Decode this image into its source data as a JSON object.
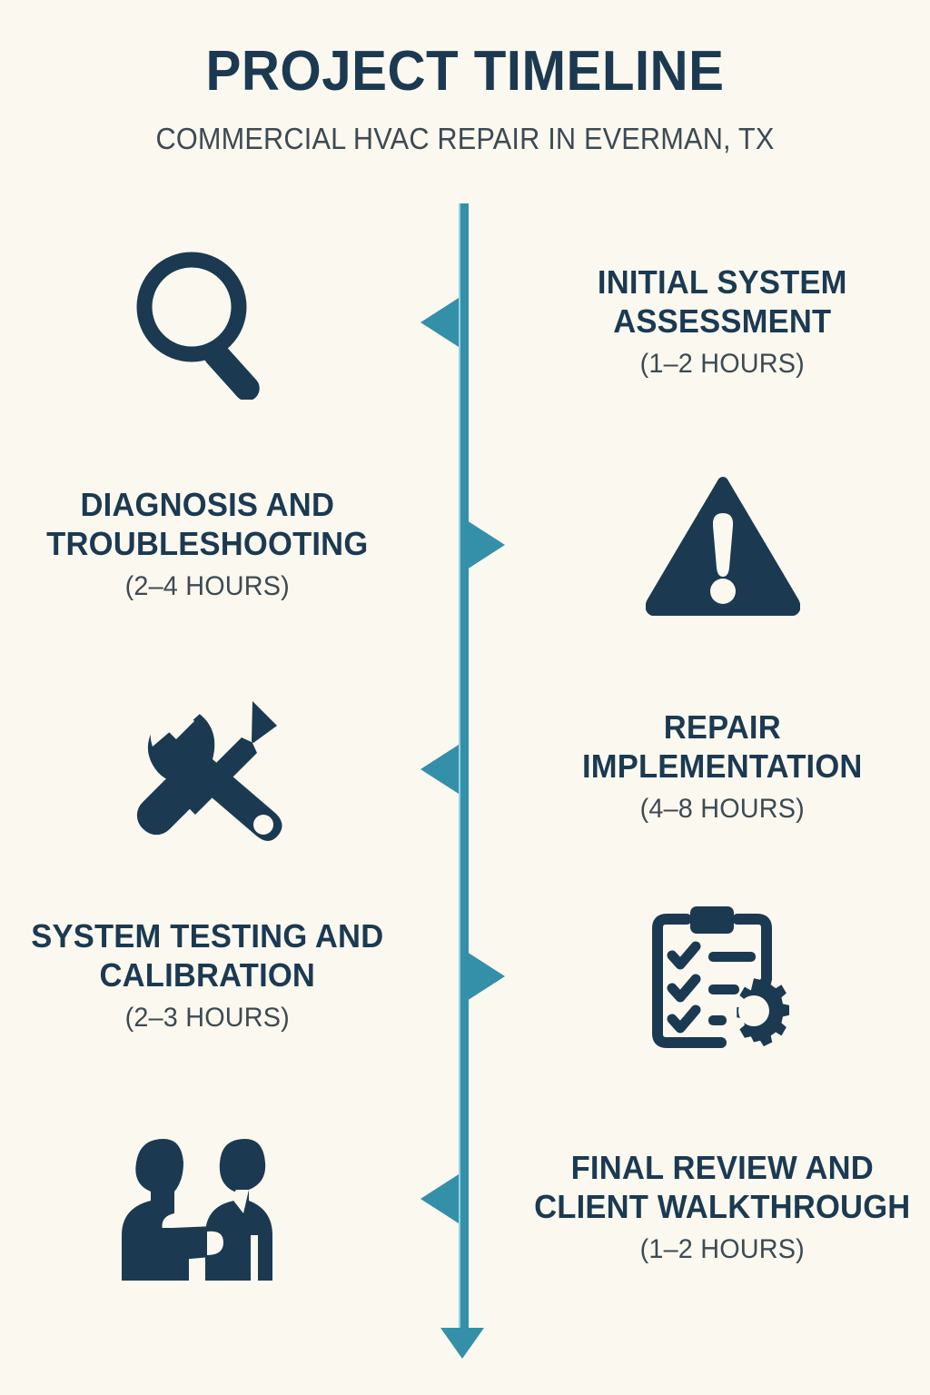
{
  "header": {
    "title": "PROJECT TIMELINE",
    "subtitle": "COMMERCIAL HVAC REPAIR IN EVERMAN, TX"
  },
  "colors": {
    "background": "#fbf8ef",
    "navy": "#1b3a52",
    "muted_text": "#3d4a52",
    "teal": "#3490a8",
    "teal_highlight": "#8fd4e3"
  },
  "timeline": {
    "orientation": "vertical",
    "end_marker": "down-arrow",
    "steps": [
      {
        "index": 1,
        "label": "INITIAL SYSTEM ASSESSMENT",
        "duration": "(1–2 HOURS)",
        "icon": "magnifier-icon",
        "text_side": "right",
        "marker_direction": "left"
      },
      {
        "index": 2,
        "label": "DIAGNOSIS AND TROUBLESHOOTING",
        "duration": "(2–4 HOURS)",
        "icon": "warning-triangle-icon",
        "text_side": "left",
        "marker_direction": "right"
      },
      {
        "index": 3,
        "label": "REPAIR IMPLEMENTATION",
        "duration": "(4–8 HOURS)",
        "icon": "wrench-screwdriver-icon",
        "text_side": "right",
        "marker_direction": "left"
      },
      {
        "index": 4,
        "label": "SYSTEM TESTING AND CALIBRATION",
        "duration": "(2–3 HOURS)",
        "icon": "clipboard-gear-icon",
        "text_side": "left",
        "marker_direction": "right"
      },
      {
        "index": 5,
        "label": "FINAL REVIEW AND CLIENT WALKTHROUGH",
        "duration": "(1–2 HOURS)",
        "icon": "handshake-icon",
        "text_side": "right",
        "marker_direction": "left"
      }
    ]
  }
}
